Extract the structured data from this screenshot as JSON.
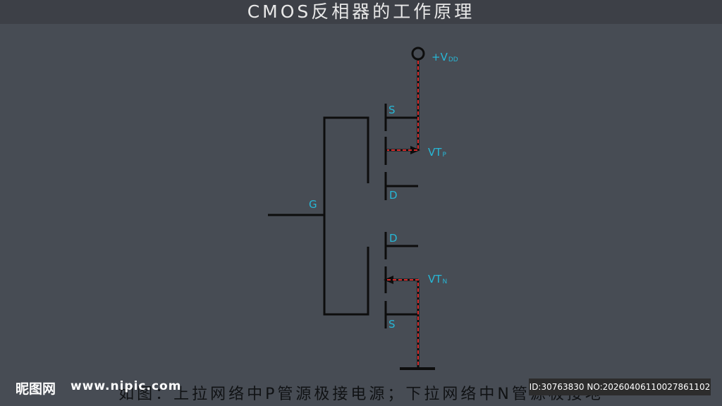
{
  "title": "CMOS反相器的工作原理",
  "labels": {
    "vdd_main": "+V",
    "vdd_sub": "DD",
    "gate": "G",
    "p_source": "S",
    "p_drain": "D",
    "vtp_main": "VT",
    "vtp_sub": "P",
    "n_drain": "D",
    "n_source": "S",
    "vtn_main": "VT",
    "vtn_sub": "N"
  },
  "caption": "如图：上拉网络中P管源极接电源；下拉网络中N管源极接地",
  "watermark": {
    "logo": "昵图网",
    "site": "www.nipic.com",
    "id": "ID:30763830 NO:20260406110027861102"
  },
  "colors": {
    "background": "#474c54",
    "wire": "#0d0d0d",
    "current_path": "#d42a2a",
    "label": "#27b7d6"
  }
}
